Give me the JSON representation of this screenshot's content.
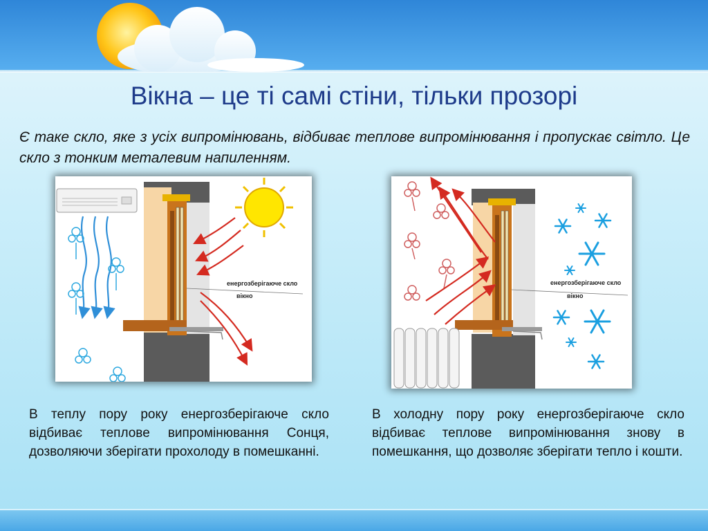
{
  "slide": {
    "title": "Вікна – це ті самі стіни, тільки прозорі",
    "intro": "Є таке скло, яке з усіх випромінювань, відбиває теплове випромінювання і пропускає світло. Це скло з тонким металевим напиленням."
  },
  "summer": {
    "glass_label": "енергозберігаюче скло",
    "window_label": "вікно",
    "caption": "В теплу пору року енергозберігаюче скло відбиває теплове випромінювання Сонця, дозволяючи зберігати прохолоду в помешканні."
  },
  "winter": {
    "glass_label": "енергозберігаюче скло",
    "window_label": "вікно",
    "caption": "В холодну пору року енергозберігаюче скло відбиває теплове випромінювання знову в помешкання, що дозволяє зберігати тепло і кошти."
  },
  "colors": {
    "title": "#1e3b8a",
    "header_band": "#2f86d8",
    "heat_arrow": "#d42a20",
    "cool_arrow": "#2f8fd8",
    "snowflake": "#1a9fe0"
  },
  "icons": [
    "sun-icon",
    "cloud-icon",
    "air-conditioner-icon",
    "radiator-icon",
    "snowflake-icon",
    "flower-icon"
  ]
}
